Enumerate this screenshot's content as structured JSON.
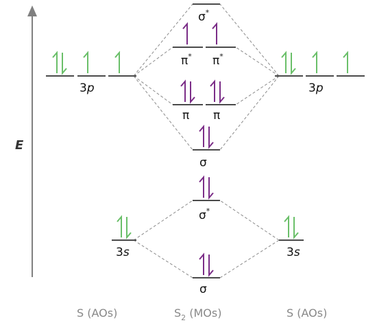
{
  "colors": {
    "ao_electron": "#6abf69",
    "mo_electron": "#7b2d87",
    "level_line": "#4a4a4a",
    "correlation_line": "#8a8a8a",
    "axis": "#808080",
    "caption_text": "#888888"
  },
  "axis": {
    "label": "E"
  },
  "atomic_orbitals": {
    "left": {
      "p_label": {
        "main": "3",
        "sub": "p"
      },
      "s_label": {
        "main": "3",
        "sub": "s"
      },
      "p_occupancy": [
        2,
        1,
        1
      ],
      "s_occupancy": [
        2
      ]
    },
    "right": {
      "p_label": {
        "main": "3",
        "sub": "p"
      },
      "s_label": {
        "main": "3",
        "sub": "s"
      },
      "p_occupancy": [
        2,
        1,
        1
      ],
      "s_occupancy": [
        2
      ]
    }
  },
  "molecular_orbitals": {
    "sigma_p_star": {
      "label": "σ",
      "sup": "*",
      "occupancy": 0
    },
    "pi_star": [
      {
        "label": "π",
        "sup": "*",
        "occupancy": 1
      },
      {
        "label": "π",
        "sup": "*",
        "occupancy": 1
      }
    ],
    "pi": [
      {
        "label": "π",
        "occupancy": 2
      },
      {
        "label": "π",
        "occupancy": 2
      }
    ],
    "sigma_p": {
      "label": "σ",
      "occupancy": 2
    },
    "sigma_s_star": {
      "label": "σ",
      "sup": "*",
      "occupancy": 2
    },
    "sigma_s": {
      "label": "σ",
      "occupancy": 2
    }
  },
  "captions": {
    "left": "S (AOs)",
    "middle_main": "S",
    "middle_sub": "2",
    "middle_rest": " (MOs)",
    "right": "S (AOs)"
  }
}
